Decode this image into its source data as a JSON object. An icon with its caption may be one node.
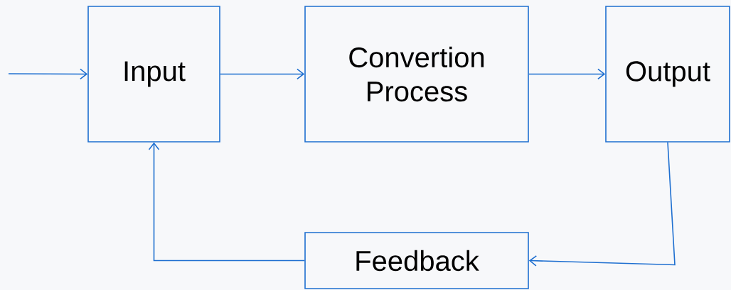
{
  "diagram": {
    "nodes": [
      {
        "text": [
          "Input"
        ]
      },
      {
        "text": [
          "Convertion Process"
        ]
      },
      {
        "text": [
          "Output"
        ]
      },
      {
        "text": [
          "Feedback"
        ]
      }
    ],
    "edges": [
      {
        "from": null,
        "to": 0,
        "arrow": "to"
      },
      {
        "from": 0,
        "to": 1,
        "arrow": "to"
      },
      {
        "from": 1,
        "to": 2,
        "arrow": "to"
      },
      {
        "from": 2,
        "to": 3,
        "arrow": "to"
      },
      {
        "from": 3,
        "to": 0,
        "arrow": "to"
      }
    ]
  }
}
